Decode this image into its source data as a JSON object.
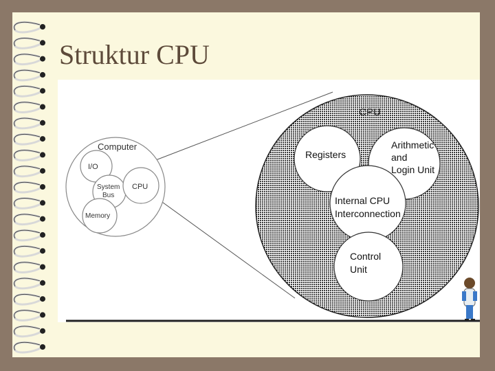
{
  "slide": {
    "title": "Struktur CPU"
  },
  "computer_diagram": {
    "computer_label": "Computer",
    "io_label": "I/O",
    "system_bus_label_line1": "System",
    "system_bus_label_line2": "Bus",
    "cpu_label": "CPU",
    "memory_label": "Memory"
  },
  "cpu_diagram": {
    "cpu_label": "CPU",
    "registers_label": "Registers",
    "alu_label_line1": "Arithmetic",
    "alu_label_line2": "and",
    "alu_label_line3": "Login Unit",
    "interconnect_label_line1": "Internal CPU",
    "interconnect_label_line2": "Interconnection",
    "control_unit_label_line1": "Control",
    "control_unit_label_line2": "Unit"
  },
  "colors": {
    "frame": "#8b7868",
    "slide_background": "#fbf8de",
    "title": "#5d4a3a",
    "cpu_fill_dots": "#3a3a3a"
  }
}
